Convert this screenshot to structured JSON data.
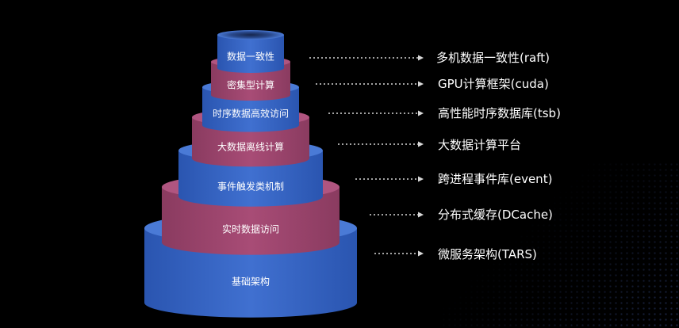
{
  "colors": {
    "background": "#000000",
    "blue_side": "#3566c6",
    "blue_top": "#4a7ad6",
    "red_side": "#a0466e",
    "red_top": "#b05580",
    "arrow": "#d8d8d8"
  },
  "layers": [
    {
      "label": "数据一致性",
      "description": "多机数据一致性(raft)",
      "color": "blue"
    },
    {
      "label": "密集型计算",
      "description": "GPU计算框架(cuda)",
      "color": "red"
    },
    {
      "label": "时序数据高效访问",
      "description": "高性能时序数据库(tsb)",
      "color": "blue"
    },
    {
      "label": "大数据离线计算",
      "description": "大数据计算平台",
      "color": "red"
    },
    {
      "label": "事件触发类机制",
      "description": "跨进程事件库(event)",
      "color": "blue"
    },
    {
      "label": "实时数据访问",
      "description": "分布式缓存(DCache)",
      "color": "red"
    },
    {
      "label": "基础架构",
      "description": "微服务架构(TARS)",
      "color": "blue"
    }
  ]
}
